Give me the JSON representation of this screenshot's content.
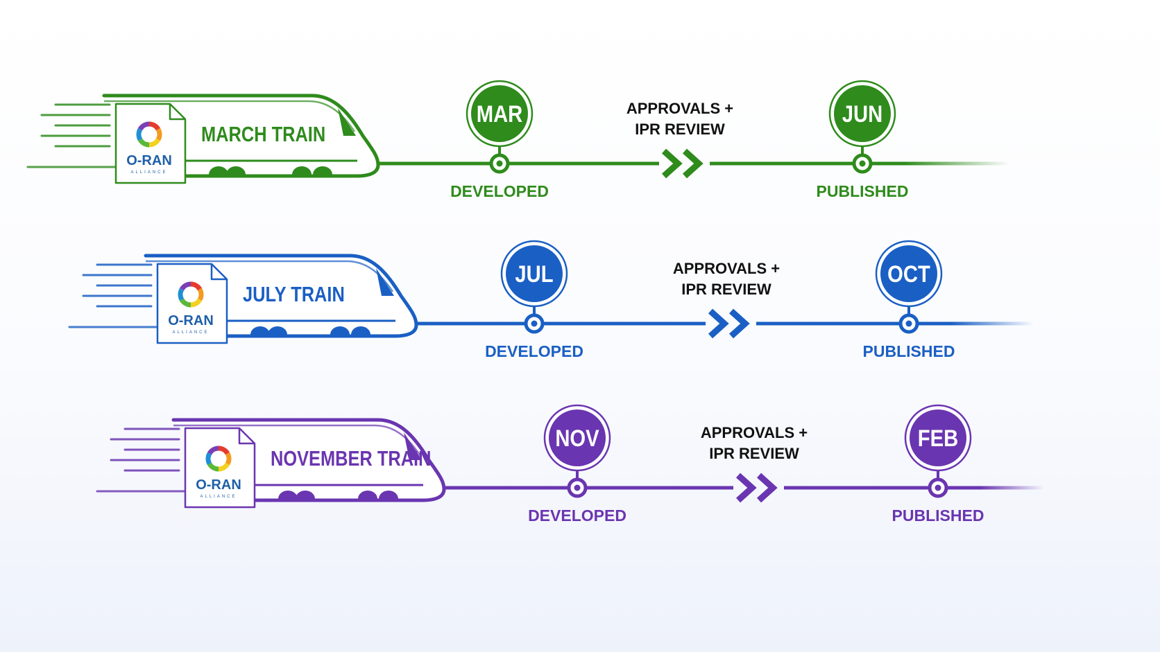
{
  "rows": [
    {
      "color": "#2e8b1c",
      "train_label": "MARCH TRAIN",
      "logo": {
        "name": "O-RAN",
        "sub": "ALLIANCE"
      },
      "start_month": "MAR",
      "start_caption": "DEVELOPED",
      "middle_line1": "APPROVALS +",
      "middle_line2": "IPR REVIEW",
      "end_month": "JUN",
      "end_caption": "PUBLISHED"
    },
    {
      "color": "#1a5fc4",
      "train_label": "JULY TRAIN",
      "logo": {
        "name": "O-RAN",
        "sub": "ALLIANCE"
      },
      "start_month": "JUL",
      "start_caption": "DEVELOPED",
      "middle_line1": "APPROVALS +",
      "middle_line2": "IPR REVIEW",
      "end_month": "OCT",
      "end_caption": "PUBLISHED"
    },
    {
      "color": "#6a35b0",
      "train_label": "NOVEMBER TRAIN",
      "logo": {
        "name": "O-RAN",
        "sub": "ALLIANCE"
      },
      "start_month": "NOV",
      "start_caption": "DEVELOPED",
      "middle_line1": "APPROVALS +",
      "middle_line2": "IPR REVIEW",
      "end_month": "FEB",
      "end_caption": "PUBLISHED"
    }
  ]
}
